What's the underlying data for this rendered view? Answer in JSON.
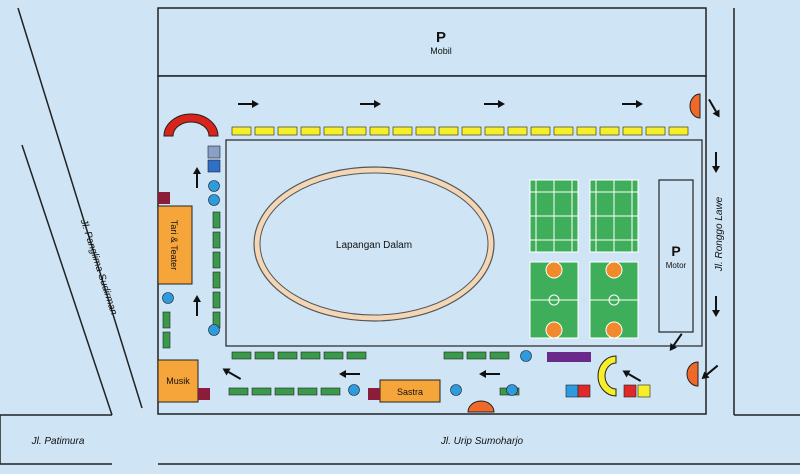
{
  "colors": {
    "background": "#cfe5f5",
    "outline": "#222222",
    "yellow_stall": "#f7ee2a",
    "green_stall": "#3a9a4a",
    "blue_circle": "#2e9be0",
    "orange_building": "#f5a53a",
    "red_arch": "#d9241c",
    "orange_half": "#ef6a2a",
    "purple": "#6a2a8a",
    "maroon": "#8b1c3a",
    "court_green": "#3fae5a",
    "court_orange": "#f08a2a",
    "track": "#f3d6b6"
  },
  "labels": {
    "parking_car_symbol": "P",
    "parking_car_label": "Mobil",
    "parking_motor_symbol": "P",
    "parking_motor_label": "Motor",
    "field": "Lapangan Dalam",
    "dance_theater": "Tari & Teater",
    "music": "Musik",
    "literature": "Sastra"
  },
  "roads": {
    "left_diagonal": "Jl. Panglima Sudirman",
    "right": "Jl. Ronggo Lawe",
    "bottom": "Jl. Urip Sumoharjo",
    "bottom_left": "Jl. Patimura"
  },
  "icons": {
    "arrow": "arrow-icon",
    "booth": "booth-icon",
    "stage": "stage-icon"
  }
}
